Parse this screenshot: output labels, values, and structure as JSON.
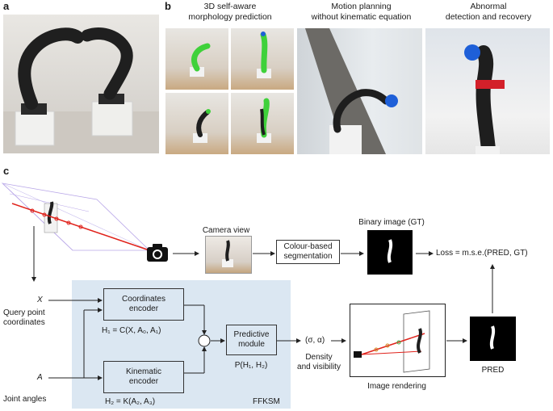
{
  "panels": {
    "a": "a",
    "b": "b",
    "c": "c"
  },
  "panel_b": {
    "col1_title": "3D self-aware\nmorphology prediction",
    "col2_title": "Motion planning\nwithout kinematic equation",
    "col3_title": "Abnormal\ndetection and recovery"
  },
  "panel_c": {
    "camera_view": "Camera view",
    "colour_seg": "Colour-based\nsegmentation",
    "binary_image": "Binary image (GT)",
    "loss": "Loss = m.s.e.(PRED, GT)",
    "x_var": "X",
    "query_point": "Query point\ncoordinates",
    "a_var": "A",
    "joint_angles": "Joint angles",
    "coord_encoder": "Coordinates\nencoder",
    "h1_formula": "H₁ = C(X, A₀, A₁)",
    "kin_encoder": "Kinematic\nencoder",
    "h2_formula": "H₂ = K(A₂, A₃)",
    "plus": "+",
    "pred_module": "Predictive\nmodule",
    "p_formula": "P(H₁, H₂)",
    "sigma_alpha": "(σ, α)",
    "density": "Density\nand visibility",
    "image_rendering": "Image rendering",
    "pred": "PRED",
    "ffksm": "FFKSM"
  },
  "colors": {
    "ffksm_bg": "#dbe7f2",
    "ray": "#e0221b",
    "robot_green": "#3fd13a",
    "robot_black": "#1e1e1e",
    "ball_blue": "#1e5fd8",
    "band_red": "#d3202a"
  }
}
